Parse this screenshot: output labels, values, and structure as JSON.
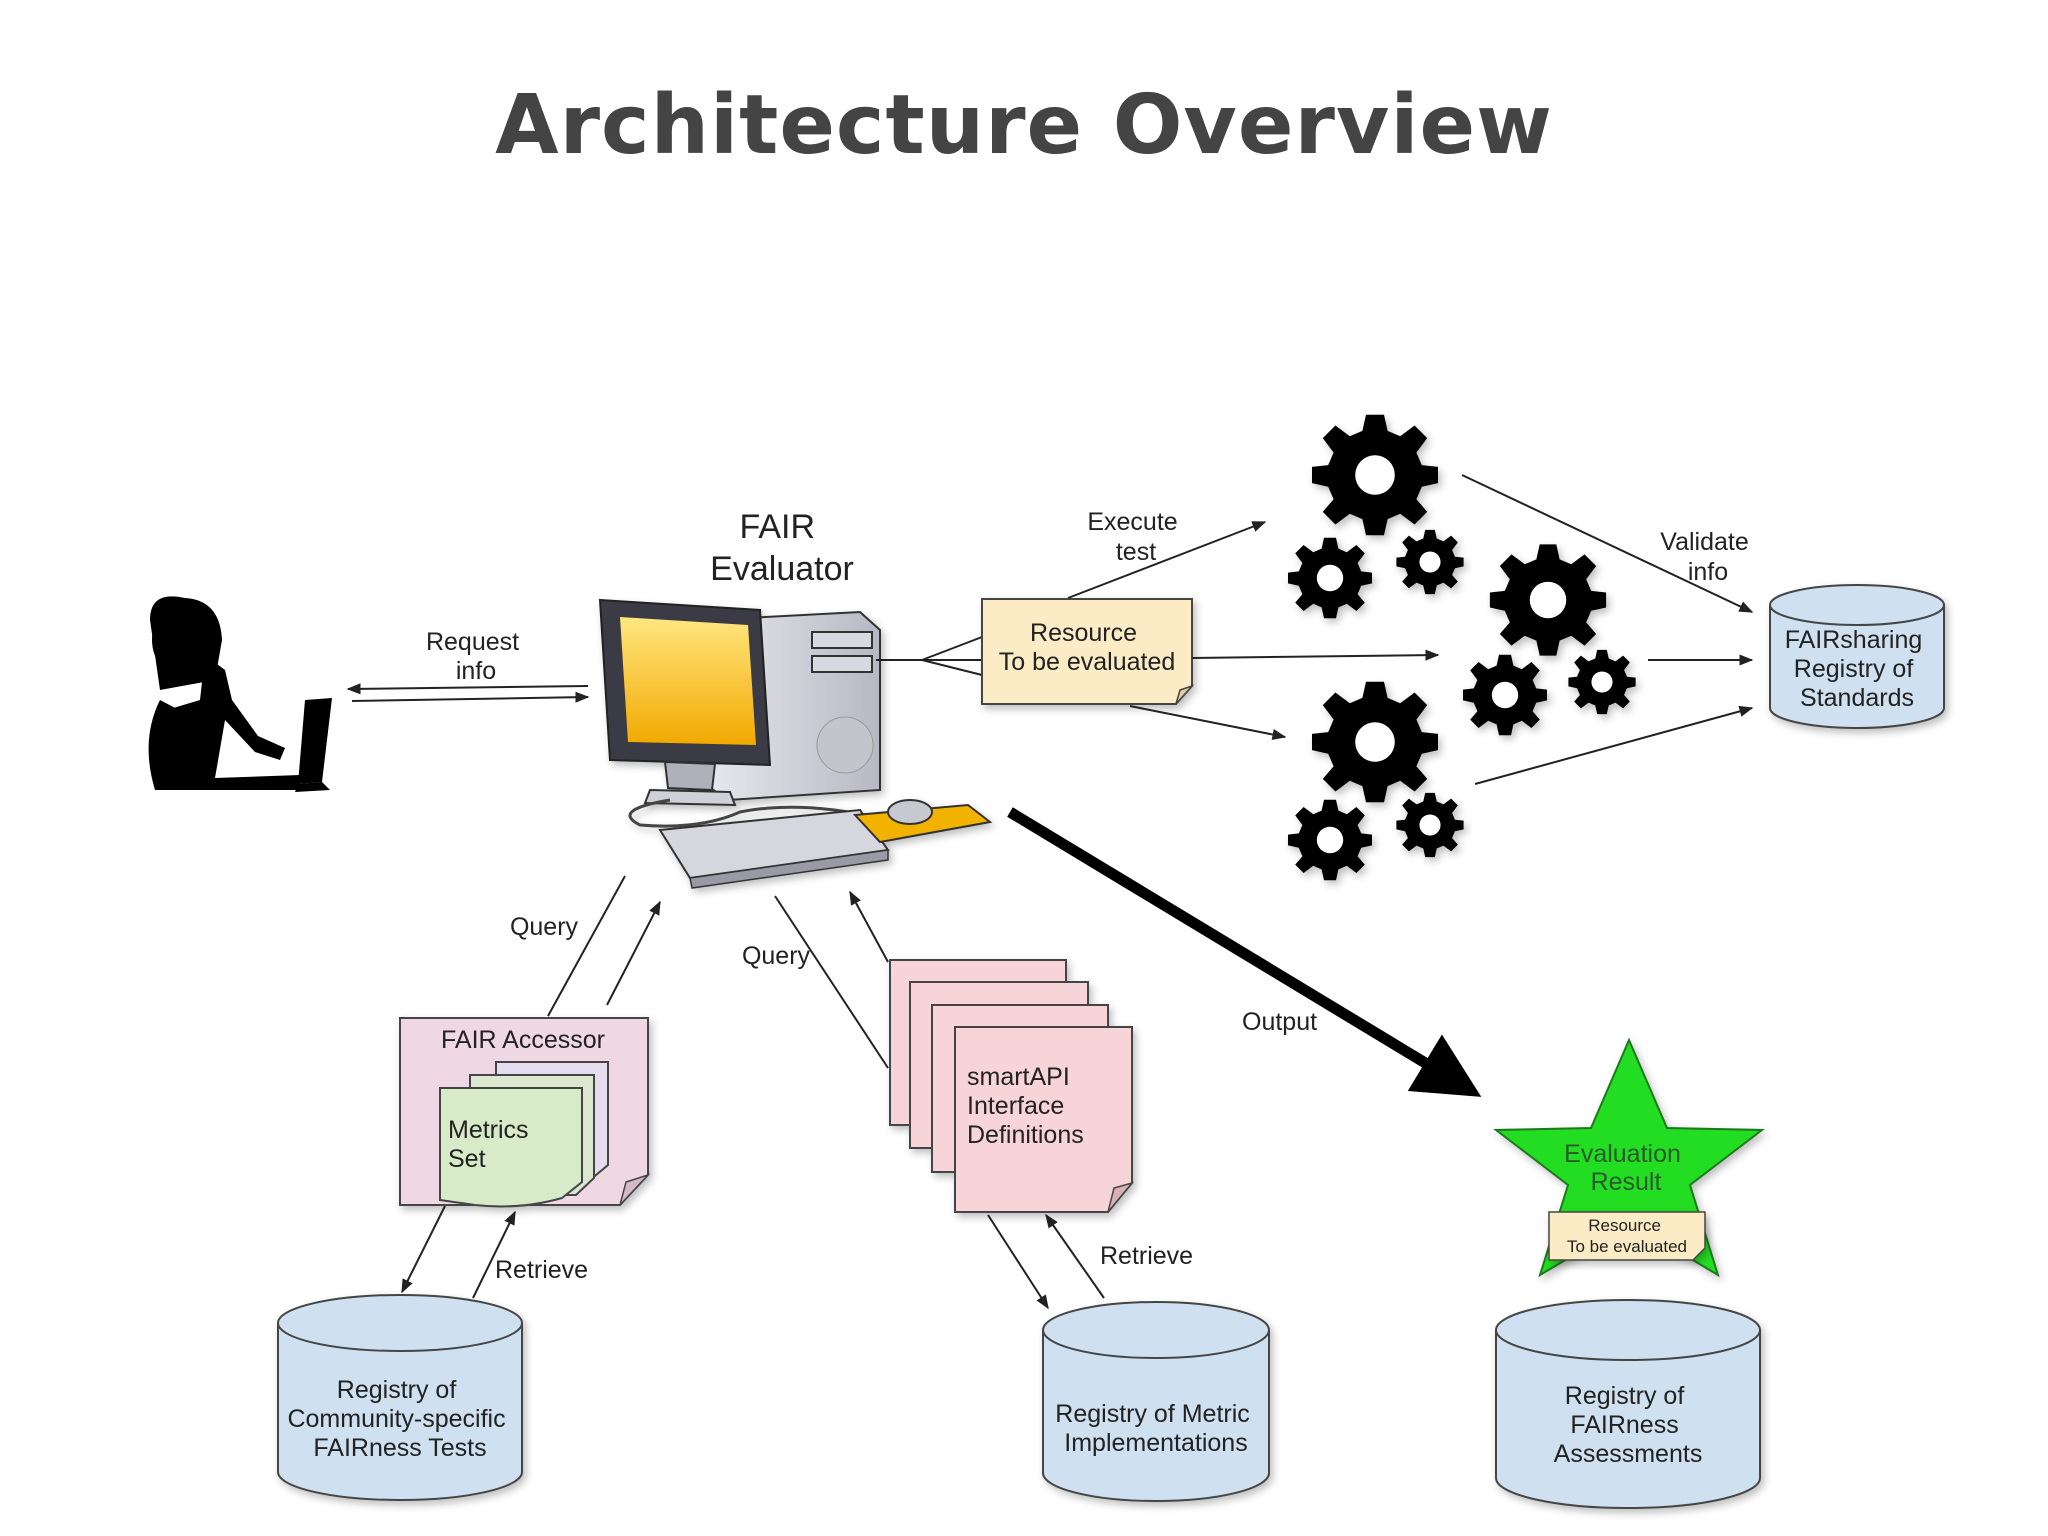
{
  "title": "Architecture Overview",
  "evaluator": {
    "line1": "FAIR",
    "line2": "Evaluator"
  },
  "request": {
    "line1": "Request",
    "line2": "info"
  },
  "execute": {
    "line1": "Execute",
    "line2": "test"
  },
  "validate": {
    "line1": "Validate",
    "line2": "info"
  },
  "resource_note": {
    "line1": "Resource",
    "line2": "To be evaluated"
  },
  "fairsharing": {
    "line1": "FAIRsharing",
    "line2": "Registry of",
    "line3": "Standards"
  },
  "query_left": "Query",
  "query_mid": "Query",
  "accessor": {
    "title": "FAIR Accessor",
    "metrics_line1": "Metrics",
    "metrics_line2": "Set"
  },
  "smartapi": {
    "line1": "smartAPI",
    "line2": "Interface",
    "line3": "Definitions"
  },
  "output": "Output",
  "evaluation": {
    "line1": "Evaluation",
    "line2": "Result",
    "res_line1": "Resource",
    "res_line2": "To be evaluated"
  },
  "retrieve_left": "Retrieve",
  "retrieve_mid": "Retrieve",
  "registry_tests": {
    "line1": "Registry of",
    "line2": "Community-specific",
    "line3": "FAIRness Tests"
  },
  "registry_metric": {
    "line1": "Registry of Metric",
    "line2": "Implementations"
  },
  "registry_assess": {
    "line1": "Registry of",
    "line2": "FAIRness",
    "line3": "Assessments"
  },
  "colors": {
    "cylinder": "#cfe0f0",
    "note_yellow": "#fbecc6",
    "note_pink": "#f6d4d8",
    "note_green": "#d8ebc8",
    "star_green": "#22dd22",
    "monitor_screen": "#f2b200"
  }
}
